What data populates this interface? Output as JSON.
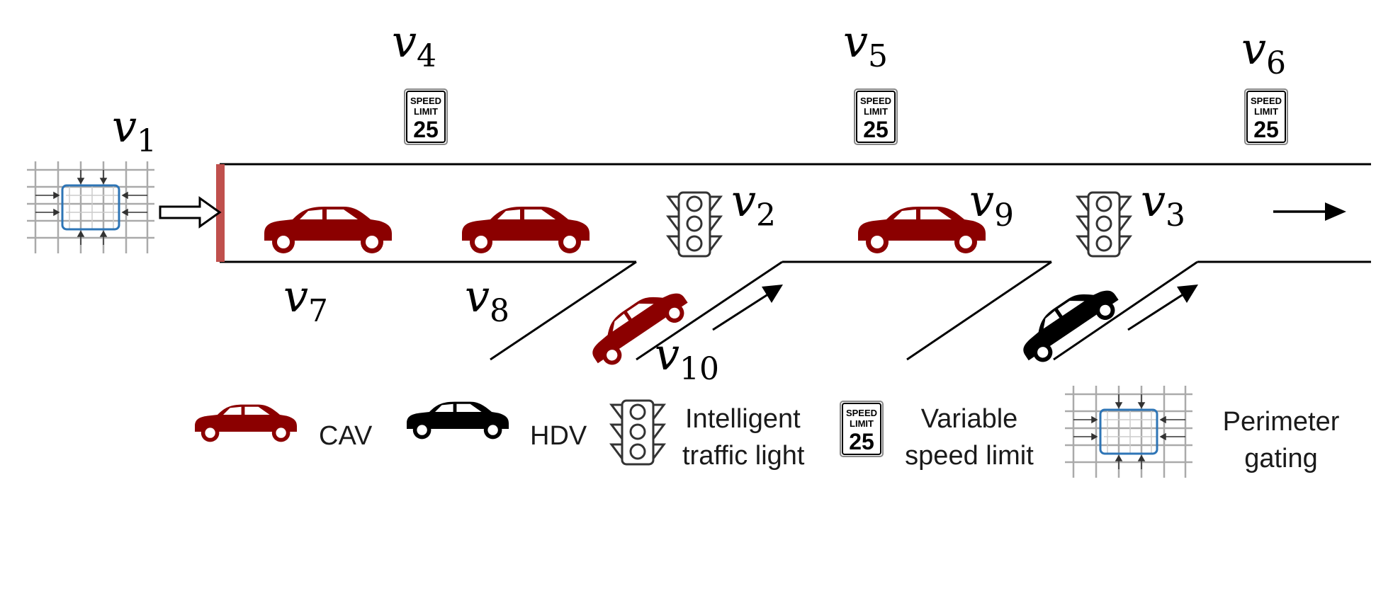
{
  "labels": {
    "v1": {
      "base": "v",
      "sub": "1"
    },
    "v2": {
      "base": "v",
      "sub": "2"
    },
    "v3": {
      "base": "v",
      "sub": "3"
    },
    "v4": {
      "base": "v",
      "sub": "4"
    },
    "v5": {
      "base": "v",
      "sub": "5"
    },
    "v6": {
      "base": "v",
      "sub": "6"
    },
    "v7": {
      "base": "v",
      "sub": "7"
    },
    "v8": {
      "base": "v",
      "sub": "8"
    },
    "v9": {
      "base": "v",
      "sub": "9"
    },
    "v10": {
      "base": "v",
      "sub": "10"
    }
  },
  "speed_sign": {
    "line1": "SPEED",
    "line2": "LIMIT",
    "value": "25"
  },
  "legend": {
    "cav": "CAV",
    "hdv": "HDV",
    "traffic_light": [
      "Intelligent",
      "traffic light"
    ],
    "speed_limit": [
      "Variable",
      "speed limit"
    ],
    "perimeter": [
      "Perimeter",
      "gating"
    ]
  },
  "colors": {
    "cav": "#8b0000",
    "hdv": "#000000",
    "barrier": "#c0504d",
    "perimeter_box": "#2e75b6",
    "grid": "#aaaaaa"
  }
}
